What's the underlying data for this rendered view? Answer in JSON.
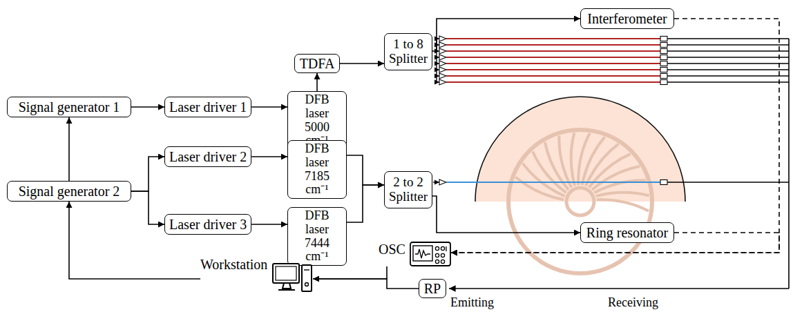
{
  "diagram": {
    "nodes": [
      {
        "text": [
          "Signal generator 1"
        ]
      },
      {
        "text": [
          "Laser driver 1"
        ]
      },
      {
        "text": [
          "DFB laser 5000 cm⁻¹"
        ]
      },
      {
        "text": [
          "TDFA"
        ]
      },
      {
        "text": [
          "1 to 8 Splitter"
        ]
      },
      {
        "text": [
          "Interferometer"
        ]
      },
      {
        "text": [
          "Signal generator 2"
        ]
      },
      {
        "text": [
          "Laser driver 2"
        ]
      },
      {
        "text": [
          "Laser driver 3"
        ]
      },
      {
        "text": [
          "DFB laser 7185 cm⁻¹"
        ]
      },
      {
        "text": [
          "DFB laser 7444 cm⁻¹"
        ]
      },
      {
        "text": [
          "2 to 2 Splitter"
        ]
      },
      {
        "text": [
          "Ring resonator"
        ]
      },
      {
        "text": [
          "Workstation"
        ]
      },
      {
        "text": [
          "OSC"
        ]
      },
      {
        "text": [
          "RP"
        ]
      }
    ],
    "edges": [
      {
        "from": 0,
        "to": 1,
        "arrow": "to"
      },
      {
        "from": 6,
        "to": 0,
        "arrow": "to"
      },
      {
        "from": 6,
        "to": 7,
        "arrow": "to"
      },
      {
        "from": 6,
        "to": 8,
        "arrow": "to"
      },
      {
        "from": 1,
        "to": 2,
        "arrow": "to"
      },
      {
        "from": 2,
        "to": 3,
        "arrow": "to"
      },
      {
        "from": 3,
        "to": 4,
        "arrow": "to"
      },
      {
        "from": 4,
        "to": 5,
        "arrow": "to"
      },
      {
        "from": 7,
        "to": 9,
        "arrow": "to"
      },
      {
        "from": 8,
        "to": 10,
        "arrow": "to"
      },
      {
        "from": 9,
        "to": 11,
        "arrow": "to"
      },
      {
        "from": 10,
        "to": 11,
        "arrow": "to"
      },
      {
        "from": 11,
        "to": 12,
        "arrow": "to"
      },
      {
        "from": 5,
        "to": 14,
        "arrow": "to"
      },
      {
        "from": 12,
        "to": 14,
        "arrow": "to"
      },
      {
        "from": 14,
        "to": 13,
        "arrow": "to"
      },
      {
        "from": 15,
        "to": 13,
        "arrow": "to"
      },
      {
        "from": 13,
        "to": 6,
        "arrow": "to"
      }
    ],
    "labels": [
      "Emitting",
      "Receiving"
    ]
  }
}
